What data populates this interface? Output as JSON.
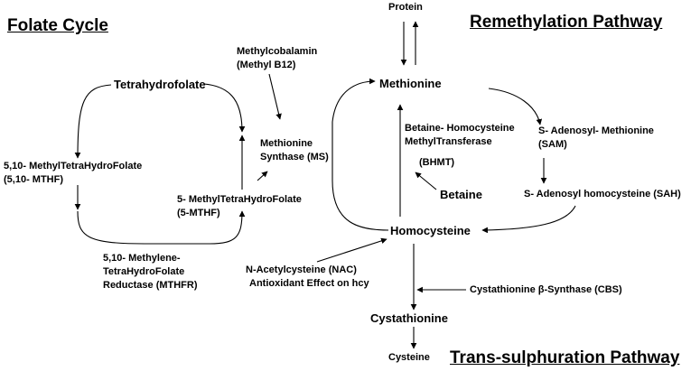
{
  "headings": {
    "folate": "Folate Cycle",
    "remethylation": "Remethylation Pathway",
    "transsulphuration": "Trans-sulphuration Pathway"
  },
  "nodes": {
    "protein": "Protein",
    "tetrahydrofolate": "Tetrahydrofolate",
    "methylcobalamin": {
      "line1": "Methylcobalamin",
      "line2": "(Methyl B12)"
    },
    "methionine": "Methionine",
    "ms": {
      "line1": "Methionine",
      "line2": "Synthase (MS)"
    },
    "bhmt": {
      "line1": "Betaine- Homocysteine",
      "line2": "MethylTransferase",
      "line3": "(BHMT)"
    },
    "sam": {
      "line1": "S- Adenosyl- Methionine",
      "line2": "(SAM)"
    },
    "mthf_510": {
      "line1": "5,10- MethylTetraHydroFolate",
      "line2": "(5,10- MTHF)"
    },
    "mthf_5": {
      "line1": "5- MethylTetraHydroFolate",
      "line2": "(5-MTHF)"
    },
    "betaine": "Betaine",
    "sah": "S- Adenosyl homocysteine (SAH)",
    "homocysteine": "Homocysteine",
    "mthfr": {
      "line1": "5,10- Methylene-",
      "line2": "TetraHydroFolate",
      "line3": "Reductase (MTHFR)"
    },
    "nac": {
      "line1": "N-Acetylcysteine (NAC)",
      "line2": "Antioxidant Effect on hcy"
    },
    "cbs": "Cystathionine β-Synthase (CBS)",
    "cystathionine": "Cystathionine",
    "cysteine": "Cysteine"
  }
}
